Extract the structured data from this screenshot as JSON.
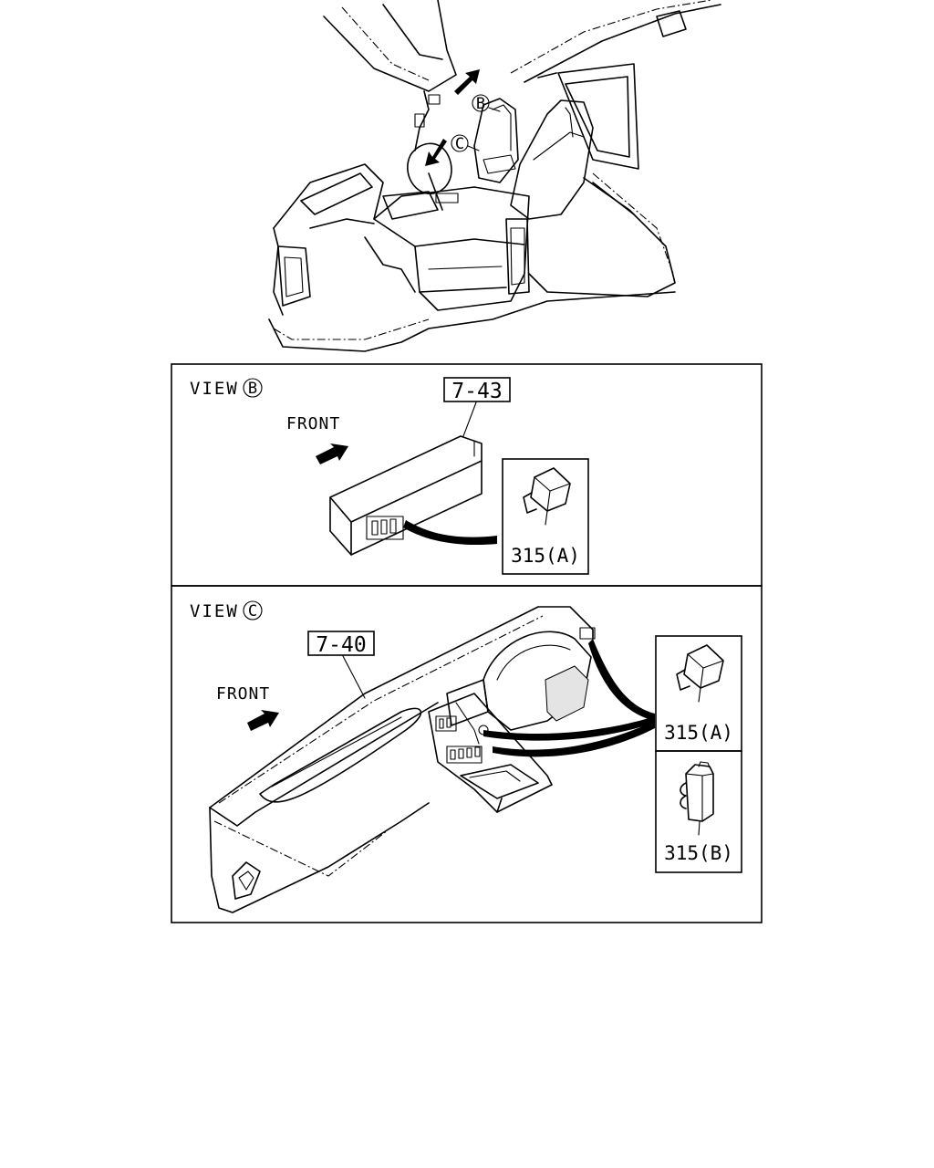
{
  "overview": {
    "callout_b": "B",
    "callout_c": "C"
  },
  "view_b": {
    "view_label": "VIEW",
    "view_letter": "B",
    "front_label": "FRONT",
    "ref_box": "7-43",
    "part_label": "315(A)"
  },
  "view_c": {
    "view_label": "VIEW",
    "view_letter": "C",
    "front_label": "FRONT",
    "ref_box": "7-40",
    "part_a_label": "315(A)",
    "part_b_label": "315(B)"
  }
}
